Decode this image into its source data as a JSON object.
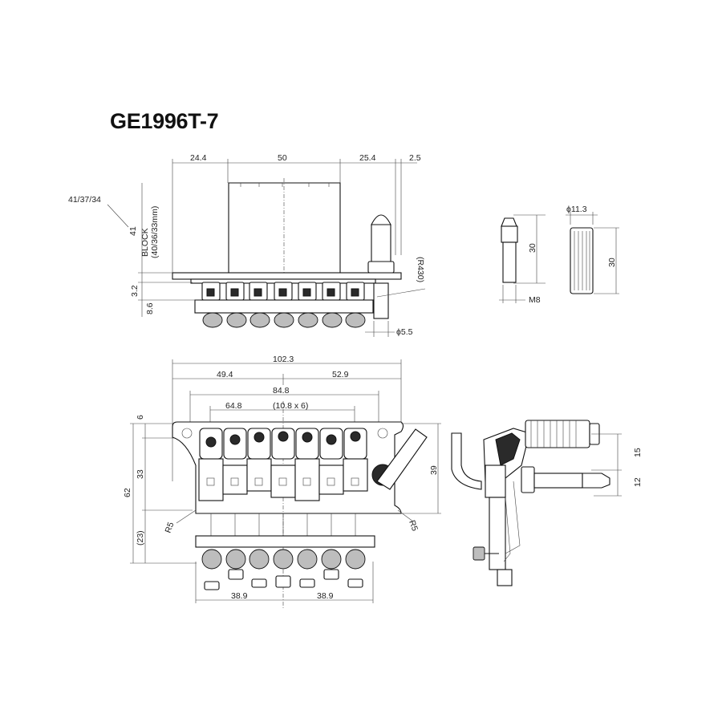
{
  "title": "GE1996T-7",
  "top_view": {
    "dims": [
      "24.4",
      "50",
      "25.4",
      "2.5",
      "3.2",
      "8.6",
      "ϕ5.5",
      "(R430)"
    ],
    "block_label": "BLOCK",
    "block_sizes": "(40/36/33mm)",
    "block_height": "41",
    "block_options": "41/37/34"
  },
  "arm_parts": {
    "length_a": "30",
    "thread": "M8",
    "diameter": "ϕ11.3",
    "length_b": "30"
  },
  "plan_view": {
    "overall": "102.3",
    "left_span": "49.4",
    "right_span": "52.9",
    "saddle_span": "84.8",
    "string_span": "64.8",
    "string_spacing": "(10.8 x 6)",
    "edge_offset": "6",
    "depth_main": "33",
    "depth_total": "62",
    "depth_rear": "(23)",
    "arm_depth": "39",
    "radius_left": "R5",
    "radius_right": "R5",
    "fine_left": "38.9",
    "fine_right": "38.9"
  },
  "side_view": {
    "upper": "15",
    "lower": "12"
  }
}
